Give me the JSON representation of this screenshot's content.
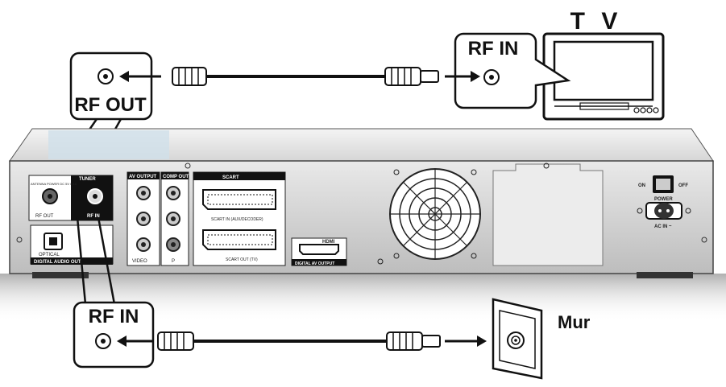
{
  "labels": {
    "tv": "T V",
    "rf_in_tv": "RF IN",
    "rf_out": "RF OUT",
    "rf_in_recorder": "RF IN",
    "wall": "Mur"
  },
  "panel": {
    "tuner": "TUNER",
    "rf_out_small": "RF OUT",
    "rf_in_small": "RF IN",
    "antenna_note": "ANTENNA POWER DC 5V 0.1A",
    "optical": "OPTICAL",
    "digital_audio": "DIGITAL AUDIO OUT",
    "av_output": "AV OUTPUT",
    "video": "VIDEO",
    "comp_out": "COMP OUT",
    "comp_p": "P",
    "scart": "SCART",
    "scart_in": "SCART IN (AUX/DECODER)",
    "scart_out": "SCART OUT (TV)",
    "hdmi": "HDMI",
    "digital_av": "DIGITAL AV OUTPUT",
    "on": "ON",
    "off": "OFF",
    "power": "POWER",
    "ac_in": "AC IN ~"
  }
}
